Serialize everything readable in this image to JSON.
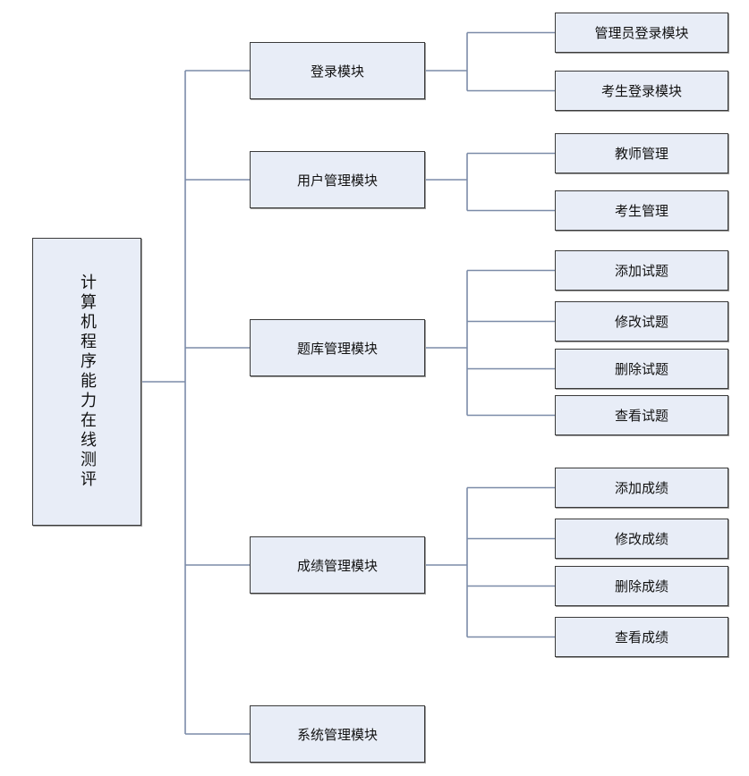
{
  "diagram": {
    "root": "计算机程序能力在线测评",
    "modules": [
      {
        "label": "登录模块",
        "children": [
          "管理员登录模块",
          "考生登录模块"
        ]
      },
      {
        "label": "用户管理模块",
        "children": [
          "教师管理",
          "考生管理"
        ]
      },
      {
        "label": "题库管理模块",
        "children": [
          "添加试题",
          "修改试题",
          "删除试题",
          "查看试题"
        ]
      },
      {
        "label": "成绩管理模块",
        "children": [
          "添加成绩",
          "修改成绩",
          "删除成绩",
          "查看成绩"
        ]
      },
      {
        "label": "系统管理模块",
        "children": []
      }
    ],
    "colors": {
      "node_fill": "#e8edf7",
      "node_border": "#3a3a3a",
      "connector": "#7b8ba8"
    }
  }
}
